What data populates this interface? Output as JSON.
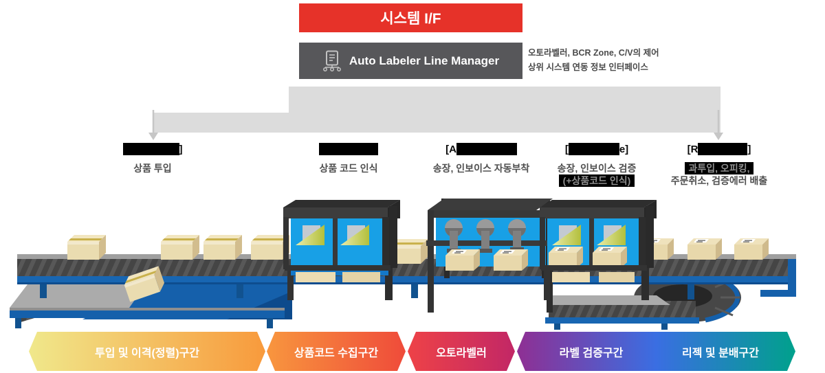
{
  "title_box": {
    "label": "시스템 I/F",
    "bg": "#e63229"
  },
  "manager_box": {
    "label": "Auto Labeler Line Manager",
    "bg": "#57575a",
    "icon": "line-manager-server-icon"
  },
  "manager_note": {
    "line1": "오토라벨러, BCR Zone, C/V의 제어",
    "line2": "상위 시스템 연동 정보 인터페이스"
  },
  "zones": [
    {
      "label_start": "",
      "label_end": "]",
      "desc1": "상품 투입",
      "desc2": ""
    },
    {
      "label_start": "",
      "label_end": "",
      "desc1": "상품 코드 인식",
      "desc2": ""
    },
    {
      "label_start": "[A",
      "label_end": "",
      "desc1": "송장, 인보이스 자동부착",
      "desc2": ""
    },
    {
      "label_start": "[",
      "label_end": "e]",
      "desc1": "송장, 인보이스 검증",
      "desc2": "(+상품코드 인식)"
    },
    {
      "label_start": "[R",
      "label_end": "]",
      "desc1": "과투입, 오피킹,",
      "desc2": "주문취소, 검증에러 배출"
    }
  ],
  "flow_bars": {
    "segments": [
      {
        "labels": [
          "투입 및 이격(정렬)구간"
        ],
        "gradient": [
          "#f0e88b",
          "#f89a3c"
        ]
      },
      {
        "labels": [
          "상품코드 수집구간"
        ],
        "gradient": [
          "#f8963e",
          "#ef4b3a"
        ]
      },
      {
        "labels": [
          "오토라벨러"
        ],
        "gradient": [
          "#ee4247",
          "#c22766"
        ]
      },
      {
        "labels": [
          "라벨 검증구간",
          "리젝 및 분배구간"
        ],
        "gradient": [
          "#8f2f93",
          "#3a6ee2",
          "#00a18c"
        ]
      }
    ]
  },
  "illustration": {
    "palette": {
      "frame_blue": "#1560ab",
      "rail_blue": "#1866b2",
      "belt_dark": "#474747",
      "belt_light": "#a8a8a8",
      "panel_blue": "#18a0e6",
      "machine_frame": "#3a3a3a",
      "box_tan": "#eadcb0",
      "doc_green": "#c0c94a",
      "gray_fan": "#dcdcdc"
    }
  }
}
